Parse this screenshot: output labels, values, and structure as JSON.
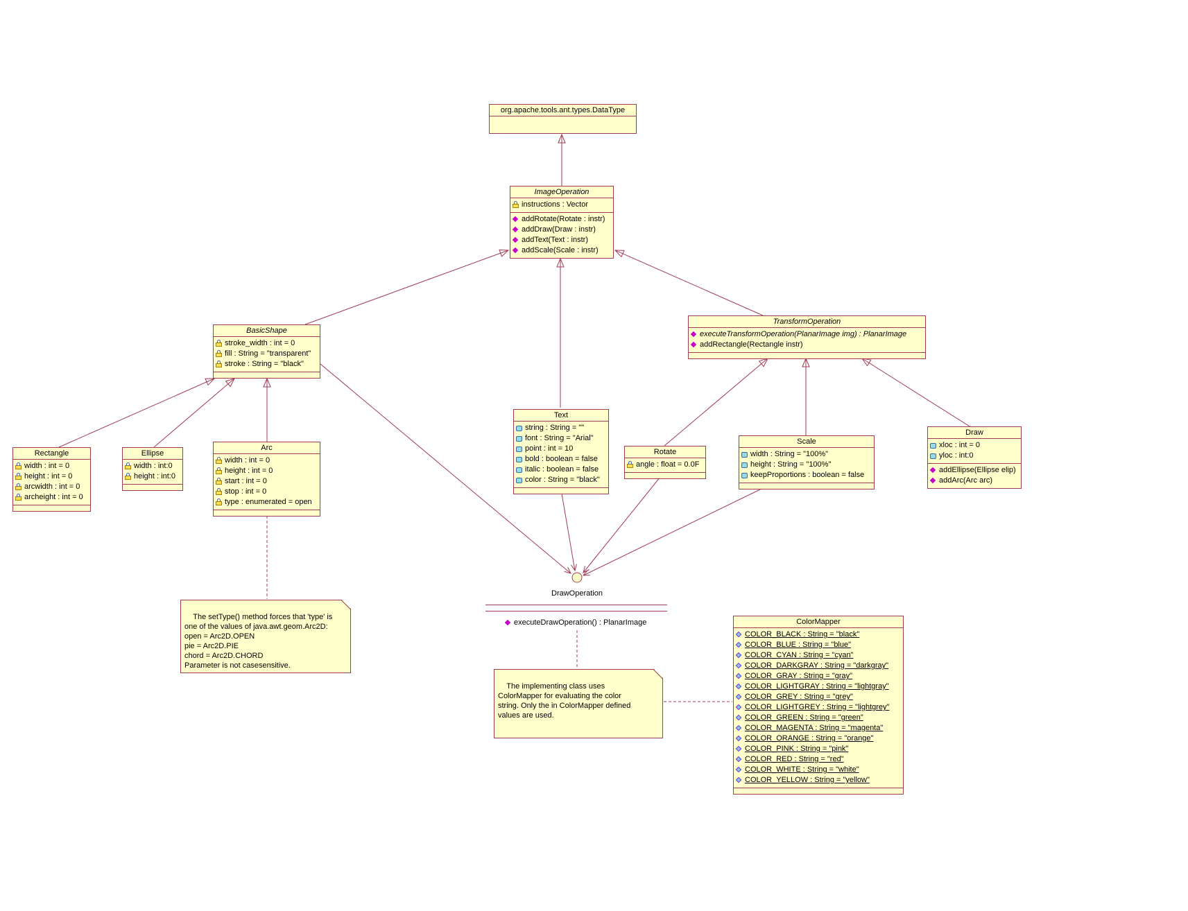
{
  "diagram": {
    "background_color": "#FFFFFF",
    "box_fill_color": "#FFFFCC",
    "border_color": "#A03A52",
    "method_icon_color": "#C800C8"
  },
  "classes": {
    "datatype": {
      "name": "org.apache.tools.ant.types.DataType"
    },
    "image_operation": {
      "name": "ImageOperation",
      "attrs": [
        {
          "icon": "key",
          "text": "instructions : Vector"
        }
      ],
      "methods": [
        {
          "icon": "method",
          "text": "addRotate(Rotate : instr)"
        },
        {
          "icon": "method",
          "text": "addDraw(Draw : instr)"
        },
        {
          "icon": "method",
          "text": "addText(Text : instr)"
        },
        {
          "icon": "method",
          "text": "addScale(Scale : instr)"
        }
      ]
    },
    "basic_shape": {
      "name": "BasicShape",
      "attrs": [
        {
          "icon": "key",
          "text": "stroke_width : int = 0"
        },
        {
          "icon": "key",
          "text": "fill : String = \"transparent\""
        },
        {
          "icon": "key",
          "text": "stroke : String = \"black\""
        }
      ]
    },
    "transform_operation": {
      "name": "TransformOperation",
      "methods": [
        {
          "icon": "method",
          "italic": true,
          "text": "executeTransformOperation(PlanarImage img) : PlanarImage"
        },
        {
          "icon": "method",
          "text": "addRectangle(Rectangle instr)"
        }
      ]
    },
    "rectangle": {
      "name": "Rectangle",
      "attrs": [
        {
          "icon": "key",
          "text": "width : int = 0"
        },
        {
          "icon": "key",
          "text": "height : int = 0"
        },
        {
          "icon": "key",
          "text": "arcwidth : int = 0"
        },
        {
          "icon": "key",
          "text": "archeight : int = 0"
        }
      ]
    },
    "ellipse": {
      "name": "Ellipse",
      "attrs": [
        {
          "icon": "key",
          "text": "width : int:0"
        },
        {
          "icon": "key",
          "text": "height : int:0"
        }
      ]
    },
    "arc": {
      "name": "Arc",
      "attrs": [
        {
          "icon": "key",
          "text": "width : int = 0"
        },
        {
          "icon": "key",
          "text": "height : int = 0"
        },
        {
          "icon": "key",
          "text": "start : int = 0"
        },
        {
          "icon": "key",
          "text": "stop : int = 0"
        },
        {
          "icon": "key",
          "text": "type : enumerated = open"
        }
      ]
    },
    "text": {
      "name": "Text",
      "attrs": [
        {
          "icon": "blue",
          "text": "string : String = \"\""
        },
        {
          "icon": "blue",
          "text": "font : String = \"Arial\""
        },
        {
          "icon": "blue",
          "text": "point : int = 10"
        },
        {
          "icon": "blue",
          "text": "bold : boolean = false"
        },
        {
          "icon": "blue",
          "text": "italic : boolean = false"
        },
        {
          "icon": "blue",
          "text": "color : String = \"black\""
        }
      ]
    },
    "rotate": {
      "name": "Rotate",
      "attrs": [
        {
          "icon": "key",
          "text": "angle : float = 0.0F"
        }
      ]
    },
    "scale": {
      "name": "Scale",
      "attrs": [
        {
          "icon": "blue",
          "text": "width : String = \"100%\""
        },
        {
          "icon": "blue",
          "text": "height : String = \"100%\""
        },
        {
          "icon": "blue",
          "text": "keepProportions : boolean = false"
        }
      ]
    },
    "draw": {
      "name": "Draw",
      "attrs": [
        {
          "icon": "blue",
          "text": "xloc : int = 0"
        },
        {
          "icon": "blue",
          "text": "yloc : int:0"
        }
      ],
      "methods": [
        {
          "icon": "method",
          "text": "addEllipse(Ellipse elip)"
        },
        {
          "icon": "method",
          "text": "addArc(Arc arc)"
        }
      ]
    },
    "color_mapper": {
      "name": "ColorMapper",
      "attrs": [
        {
          "icon": "static",
          "underline": true,
          "text": "COLOR_BLACK : String = \"black\""
        },
        {
          "icon": "static",
          "underline": true,
          "text": "COLOR_BLUE : String = \"blue\""
        },
        {
          "icon": "static",
          "underline": true,
          "text": "COLOR_CYAN : String = \"cyan\""
        },
        {
          "icon": "static",
          "underline": true,
          "text": "COLOR_DARKGRAY : String = \"darkgray\""
        },
        {
          "icon": "static",
          "underline": true,
          "text": "COLOR_GRAY : String = \"gray\""
        },
        {
          "icon": "static",
          "underline": true,
          "text": "COLOR_LIGHTGRAY : String = \"lightgray\""
        },
        {
          "icon": "static",
          "underline": true,
          "text": "COLOR_GREY : String = \"grey\""
        },
        {
          "icon": "static",
          "underline": true,
          "text": "COLOR_LIGHTGREY : String = \"lightgrey\""
        },
        {
          "icon": "static",
          "underline": true,
          "text": "COLOR_GREEN : String = \"green\""
        },
        {
          "icon": "static",
          "underline": true,
          "text": "COLOR_MAGENTA : String = \"magenta\""
        },
        {
          "icon": "static",
          "underline": true,
          "text": "COLOR_ORANGE : String = \"orange\""
        },
        {
          "icon": "static",
          "underline": true,
          "text": "COLOR_PINK : String = \"pink\""
        },
        {
          "icon": "static",
          "underline": true,
          "text": "COLOR_RED : String = \"red\""
        },
        {
          "icon": "static",
          "underline": true,
          "text": "COLOR_WHITE : String = \"white\""
        },
        {
          "icon": "static",
          "underline": true,
          "text": "COLOR_YELLOW : String = \"yellow\""
        }
      ]
    }
  },
  "interface": {
    "name": "DrawOperation",
    "methods": [
      {
        "icon": "method",
        "text": "executeDrawOperation() : PlanarImage"
      }
    ]
  },
  "notes": {
    "arc_note": {
      "text": "The setType() method forces that 'type' is\none of the values of java.awt.geom.Arc2D:\nopen = Arc2D.OPEN\npie = Arc2D.PIE\nchord = Arc2D.CHORD\nParameter is not casesensitive."
    },
    "color_note": {
      "text": "The implementing class uses\nColorMapper for evaluating the color\nstring. Only the in ColorMapper defined\nvalues are used."
    }
  }
}
